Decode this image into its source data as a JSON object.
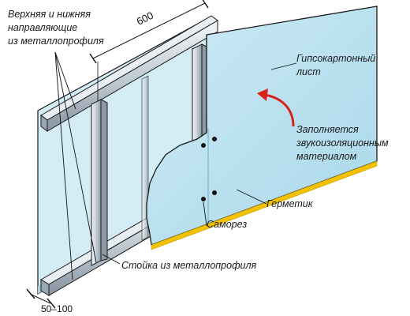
{
  "labels": {
    "rails_line1": "Верхняя и нижняя",
    "rails_line2": "направляющие",
    "rails_line3": "из металлопрофиля",
    "drywall_line1": "Гипсокартонный",
    "drywall_line2": "лист",
    "fill_line1": "Заполняется",
    "fill_line2": "звукоизоляционным",
    "fill_line3": "материалом",
    "sealant": "Герметик",
    "screw": "Саморез",
    "stud": "Стойка из металлопрофиля"
  },
  "dimensions": {
    "spacing": "600",
    "width_range": "50–100"
  },
  "colors": {
    "board": "#bfe3f0",
    "board_edge": "#8fc3d6",
    "metal_light": "#e6edf2",
    "metal_dark": "#9aa8b4",
    "sealant": "#f2c200",
    "arrow_red": "#d8231a",
    "outline": "#1a1a1a"
  },
  "icons": {
    "screw": "screw-dot-icon",
    "arrow": "curved-arrow-icon"
  }
}
